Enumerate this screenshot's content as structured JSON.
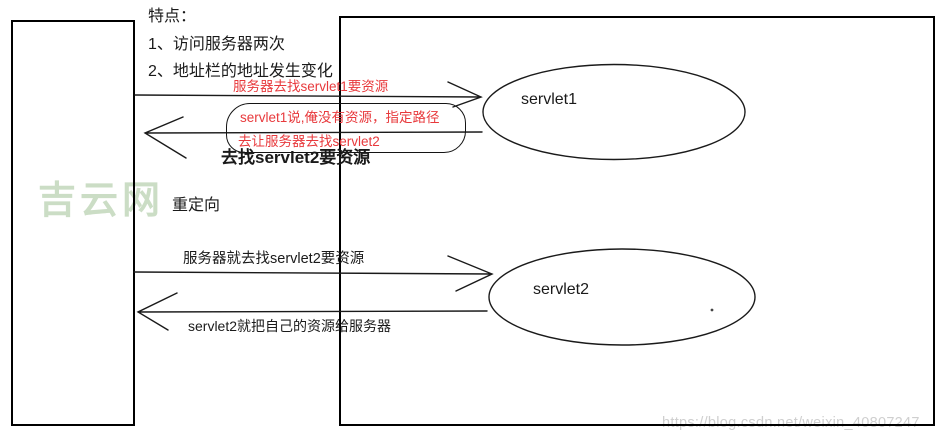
{
  "features": {
    "title": "特点：",
    "items": [
      "1、访问服务器两次",
      "2、地址栏的地址发生变化"
    ]
  },
  "flow": {
    "request1_label": "服务器去找servlet1要资源",
    "callout": {
      "line1": "servlet1说,俺没有资源，指定路径",
      "line2": "去让服务器去找servlet2"
    },
    "go_find_note": "去找servlet2要资源",
    "redirect_label": "重定向",
    "request2_label": "服务器就去找servlet2要资源",
    "response2_label": "servlet2就把自己的资源给服务器"
  },
  "nodes": {
    "servlet1": "servlet1",
    "servlet2": "servlet2"
  },
  "watermarks": {
    "site": "吉云网",
    "url": "https://blog.csdn.net/weixin_40807247"
  },
  "colors": {
    "line": "#1a1a1a",
    "highlight_red": "#e8393c",
    "watermark_green": "#cbddc5",
    "watermark_gray": "#cfcfcf"
  }
}
